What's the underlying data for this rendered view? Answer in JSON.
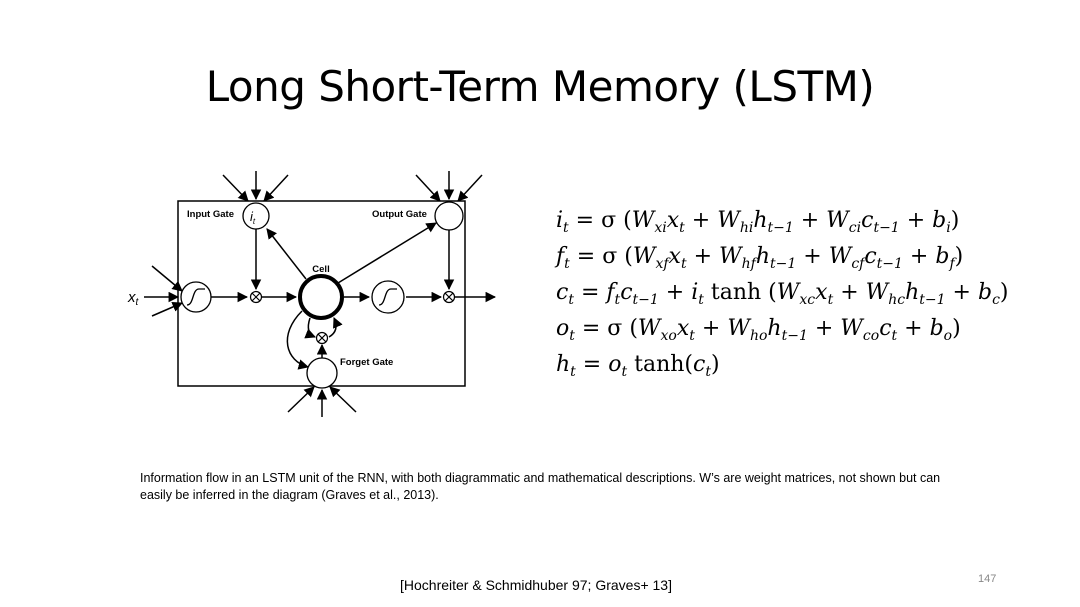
{
  "slide": {
    "title": "Long Short-Term Memory (LSTM)",
    "caption": "Information flow in an LSTM unit of the RNN, with both diagrammatic and mathematical descriptions. W’s are weight matrices, not shown but can easily be inferred in the diagram (Graves et al., 2013).",
    "citation": "[Hochreiter & Schmidhuber 97; Graves+ 13]",
    "page_number": "147"
  },
  "diagram": {
    "input_gate_label": "Input Gate",
    "input_gate_symbol": "i",
    "input_gate_subscript": "t",
    "output_gate_label": "Output Gate",
    "cell_label": "Cell",
    "forget_gate_label": "Forget Gate",
    "input_symbol": "x",
    "input_subscript": "t",
    "multiply_symbol": "⊗"
  },
  "equations": [
    "i_t = σ(W_xi x_t + W_hi h_{t−1} + W_ci c_{t−1} + b_i)",
    "f_t = σ(W_xf x_t + W_hf h_{t−1} + W_cf c_{t−1} + b_f)",
    "c_t = f_t c_{t−1} + i_t tanh(W_xc x_t + W_hc h_{t−1} + b_c)",
    "o_t = σ(W_xo x_t + W_ho h_{t−1} + W_co c_t + b_o)",
    "h_t = o_t tanh(c_t)"
  ]
}
